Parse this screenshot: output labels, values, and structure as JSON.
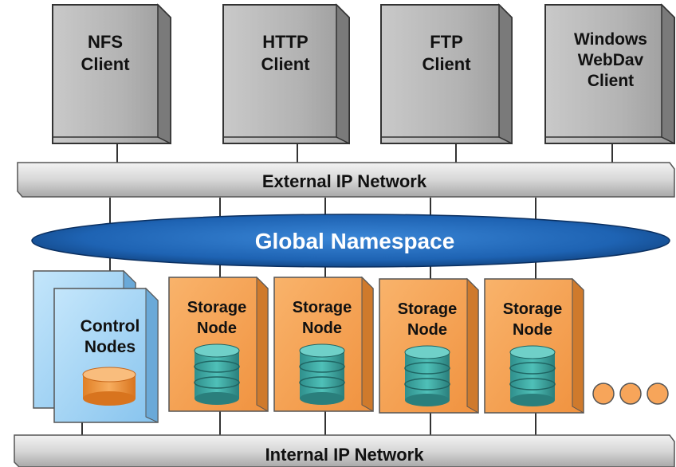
{
  "clients": [
    {
      "lines": [
        "NFS",
        "Client"
      ]
    },
    {
      "lines": [
        "HTTP",
        "Client"
      ]
    },
    {
      "lines": [
        "FTP",
        "Client"
      ]
    },
    {
      "lines": [
        "Windows",
        "WebDav",
        "Client"
      ]
    }
  ],
  "external_network": "External IP Network",
  "global_namespace": "Global Namespace",
  "control_nodes": {
    "lines": [
      "Control",
      "Nodes"
    ]
  },
  "storage_nodes": [
    {
      "lines": [
        "Storage",
        "Node"
      ]
    },
    {
      "lines": [
        "Storage",
        "Node"
      ]
    },
    {
      "lines": [
        "Storage",
        "Node"
      ]
    },
    {
      "lines": [
        "Storage",
        "Node"
      ]
    }
  ],
  "internal_network": "Internal IP Network",
  "colors": {
    "client_face": "#b5b5b5",
    "client_side": "#6e6e6e",
    "network_bar": "#d9d9d9",
    "namespace": "#1c5fae",
    "control_node": "#9fd1f5",
    "storage_node": "#f7a55a",
    "disk": "#3fa5a0",
    "orange_disk": "#f39a3a"
  }
}
